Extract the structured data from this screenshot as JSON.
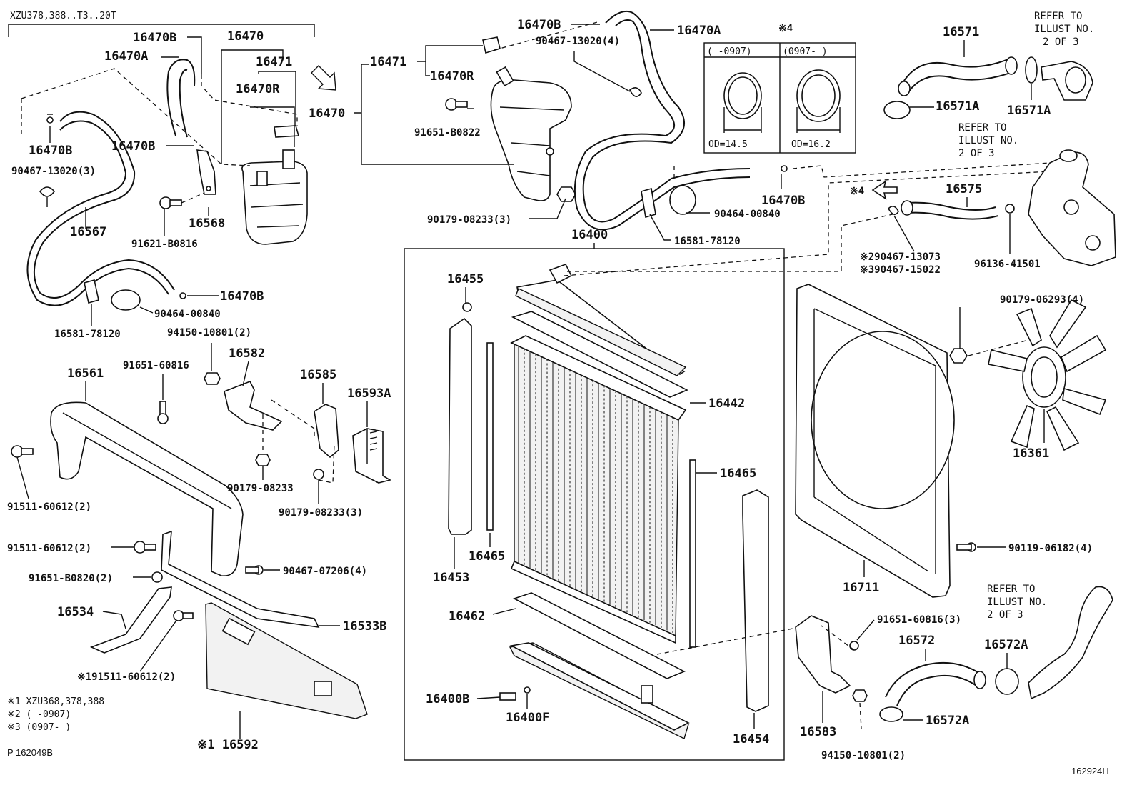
{
  "header": {
    "model": "XZU378,388..T3..20T",
    "ref_code": "P 162049B",
    "doc_id": "162924H"
  },
  "notes": [
    "※1 XZU368,378,388",
    "※2 (      -0907)",
    "※3 (0907-      )"
  ],
  "inset": {
    "mark": "※4",
    "col1": "(      -0907)",
    "col2": "(0907-      )",
    "od1": "OD=14.5",
    "od2": "OD=16.2"
  },
  "refs": {
    "r1": [
      "REFER TO",
      "ILLUST NO.",
      "2 OF 3"
    ],
    "r2": [
      "REFER TO",
      "ILLUST NO.",
      "2 OF 3"
    ],
    "r3": [
      "REFER TO",
      "ILLUST NO.",
      "2 OF 3"
    ]
  },
  "labels": {
    "l16470B_a": "16470B",
    "l16470_a": "16470",
    "l16470A_a": "16470A",
    "l16471_a": "16471",
    "l16470R_a": "16470R",
    "l16470B_b": "16470B",
    "l90467_13020_a": "90467-13020(3)",
    "l16470B_c": "16470B",
    "l16567": "16567",
    "l16568": "16568",
    "l91621": "91621-B0816",
    "l16470B_d": "16470B",
    "l90464_a": "90464-00840",
    "l16581_a": "16581-78120",
    "l16470B_e": "16470B",
    "l16470A_b": "16470A",
    "l16471_b": "16471",
    "l16470R_b": "16470R",
    "l16470_b": "16470",
    "l91651_B0822": "91651-B0822",
    "l90467_13020_b": "90467-13020(4)",
    "l90179_08233_a": "90179-08233(3)",
    "l16470B_f": "16470B",
    "l90464_b": "90464-00840",
    "l16581_b": "16581-78120",
    "l16400": "16400",
    "l16571": "16571",
    "l16571A_a": "16571A",
    "l16571A_b": "16571A",
    "l16575": "16575",
    "l4mark": "※4",
    "l90467_13073": "※290467-13073",
    "l90467_15022": "※390467-15022",
    "l96136": "96136-41501",
    "l90179_06293": "90179-06293(4)",
    "l16361": "16361",
    "l16711": "16711",
    "l90119": "90119-06182(4)",
    "l16572": "16572",
    "l16572A_a": "16572A",
    "l16572A_b": "16572A",
    "l91651_60816_b": "91651-60816(3)",
    "l16583": "16583",
    "l94150_b": "94150-10801(2)",
    "l16455": "16455",
    "l16442": "16442",
    "l16465_a": "16465",
    "l16465_b": "16465",
    "l16453": "16453",
    "l16462": "16462",
    "l16400B": "16400B",
    "l16400F": "16400F",
    "l16454": "16454",
    "l94150_a": "94150-10801(2)",
    "l91651_60816_a": "91651-60816",
    "l16582": "16582",
    "l16561": "16561",
    "l16585": "16585",
    "l16593A": "16593A",
    "l91511_a": "91511-60612(2)",
    "l90179_08233_b": "90179-08233",
    "l90179_08233_c": "90179-08233(3)",
    "l91511_b": "91511-60612(2)",
    "l90467_07206": "90467-07206(4)",
    "l91651_B0820": "91651-B0820(2)",
    "l16534": "16534",
    "l16533B": "16533B",
    "l91511_c": "※191511-60612(2)",
    "l16592": "※1 16592"
  }
}
